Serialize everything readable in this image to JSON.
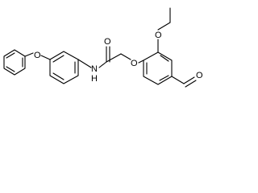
{
  "molecule": {
    "atoms": {
      "ether_oxygen_left": "O",
      "amide_nitrogen": "N",
      "amide_hydrogen": "H",
      "carbonyl_oxygen": "O",
      "aryl_ether_oxygen": "O",
      "ethoxy_oxygen": "O",
      "aldehyde_oxygen": "O"
    }
  }
}
